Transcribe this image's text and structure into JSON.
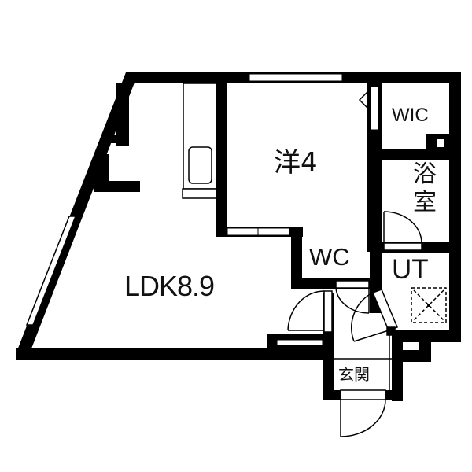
{
  "floor_plan": {
    "title": "",
    "rooms": [
      {
        "id": "ldk",
        "label": "LDK8.9",
        "type": "LDK",
        "size_jo": 8.9
      },
      {
        "id": "western",
        "label": "洋4",
        "type": "洋室",
        "size_jo": 4
      },
      {
        "id": "wic",
        "label": "WIC",
        "type": "walk-in closet"
      },
      {
        "id": "bath",
        "label": "浴室",
        "type": "bathroom"
      },
      {
        "id": "wc",
        "label": "WC",
        "type": "toilet"
      },
      {
        "id": "ut",
        "label": "UT",
        "type": "utility / washroom"
      },
      {
        "id": "genkan",
        "label": "玄関",
        "type": "entrance"
      }
    ],
    "fixtures": [
      {
        "name": "kitchen-counter-sink",
        "room": "ldk"
      },
      {
        "name": "washing-machine-pan",
        "room": "ut"
      }
    ],
    "colors": {
      "wall": "#000000",
      "background": "#ffffff",
      "text": "#111111"
    }
  },
  "labels": {
    "ldk": "LDK8.9",
    "western": "洋4",
    "wic": "WIC",
    "bath": "浴室",
    "wc": "WC",
    "ut": "UT",
    "genkan": "玄関"
  }
}
